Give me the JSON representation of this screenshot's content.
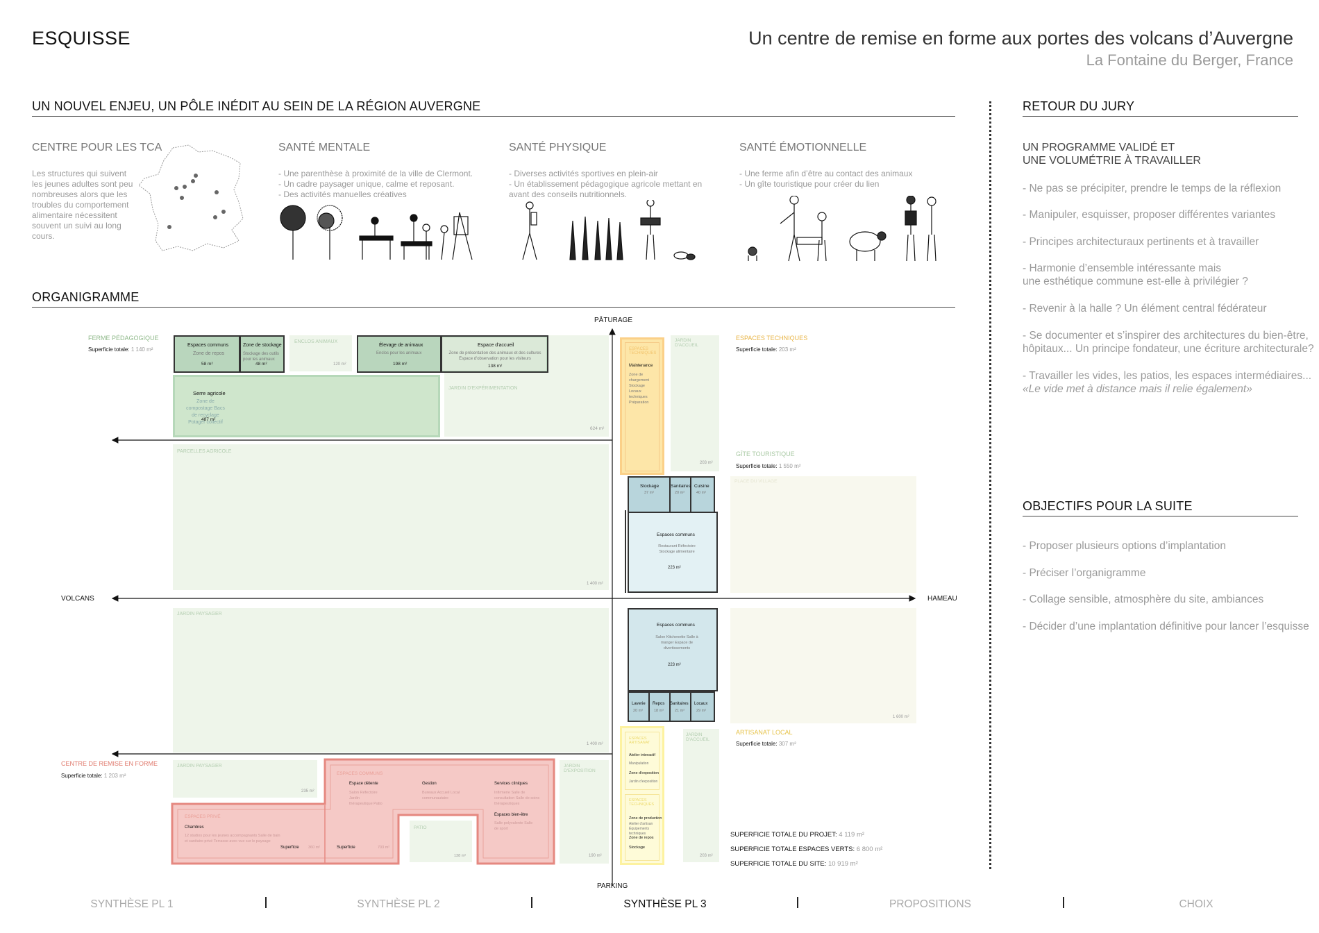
{
  "header": {
    "title": "ESQUISSE",
    "subtitle": "Un centre de remise en forme aux portes des volcans d’Auvergne",
    "location": "La Fontaine du Berger, France"
  },
  "enjeu": {
    "title": "UN NOUVEL ENJEU, UN PÔLE INÉDIT AU SEIN DE LA RÉGION AUVERGNE",
    "columns": [
      {
        "title": "CENTRE POUR LES TCA",
        "lines": [
          "Les structures qui suivent",
          "les jeunes adultes sont peu",
          "nombreuses alors que les",
          "troubles du comportement",
          "alimentaire nécessitent",
          "souvent un suivi au long",
          "cours."
        ]
      },
      {
        "title": "SANTÉ MENTALE",
        "lines": [
          "- Une parenthèse à proximité de la ville de Clermont.",
          "- Un cadre paysager unique, calme et reposant.",
          "- Des activités manuelles créatives"
        ]
      },
      {
        "title": "SANTÉ PHYSIQUE",
        "lines": [
          "- Diverses activités sportives en plein-air",
          "- Un établissement pédagogique agricole mettant en",
          "avant des conseils nutritionnels."
        ]
      },
      {
        "title": "SANTÉ ÉMOTIONNELLE",
        "lines": [
          "- Une ferme afin d’être au contact des animaux",
          "- Un gîte touristique pour créer du lien"
        ]
      }
    ]
  },
  "organigramme": {
    "title": "ORGANIGRAMME",
    "axes": {
      "top": "PÂTURAGE",
      "bottom": "PARKING",
      "left": "VOLCANS",
      "right": "HAMEAU"
    },
    "ferme": {
      "title": "FERME PÉDAGOGIQUE",
      "surface_label": "Superficie totale:",
      "surface_value": "1 140 m²"
    },
    "techniques": {
      "title": "ESPACES TECHNIQUES",
      "surface_label": "Superficie totale:",
      "surface_value": "203 m²"
    },
    "gite": {
      "title": "GÎTE TOURISTIQUE",
      "surface_label": "Superficie totale:",
      "surface_value": "1 550 m²"
    },
    "artisanat": {
      "title": "ARTISANAT LOCAL",
      "surface_label": "Superficie totale:",
      "surface_value": "307 m²"
    },
    "centre": {
      "title": "CENTRE DE REMISE EN FORME",
      "surface_label": "Superficie totale:",
      "surface_value": "1 203 m²"
    },
    "rooms": {
      "espaces_communs_ferme": "Espaces communs",
      "espaces_communs_ferme_sub": "Zone de repos",
      "espaces_communs_ferme_area": "58 m²",
      "stockage": "Zone de stockage",
      "stockage_sub": "Stockage des outils pour les animaux",
      "stockage_area": "48 m²",
      "enclos": "ENCLOS ANIMAUX",
      "enclos_area": "120 m²",
      "elevage": "Élevage de animaux",
      "elevage_sub": "Enclos pour les animaux",
      "elevage_area": "198 m²",
      "accueil": "Espace d'accueil",
      "accueil_sub": "Zone de présentation des animaux et des cultures Espace d'observation pour les visiteurs",
      "accueil_area": "138 m²",
      "serre": "Serre agricole",
      "serre_sub": "Zone de compostage Bacs de recyclage Potager collectif",
      "serre_area": "487 m²",
      "experimentation": "JARDIN D'EXPÉRIMENTATION",
      "experimentation_area": "624 m²",
      "parcelles": "PARCELLES AGRICOLE",
      "parcelles_area": "1 400 m²",
      "jardin_paysager_mid": "JARDIN PAYSAGER",
      "jardin_paysager_mid_area": "1 400 m²",
      "tech_zone": "ESPACES TECHNIQUES",
      "maintenance": "Maintenance",
      "maintenance_sub": "Zone de chargement Stockage Locaux techniques Préparation",
      "jardin_accueil_top": "JARDIN D'ACCUEIL",
      "jardin_accueil_top_area": "203 m²",
      "stockage_gite": "Stockage",
      "stockage_gite_area": "37 m²",
      "sanitaires_gite": "Sanitaires",
      "sanitaires_gite_area": "20 m²",
      "cuisine": "Cuisine",
      "cuisine_area": "40 m²",
      "espaces_communs_gite": "Espaces communs",
      "espaces_communs_gite_sub": "Restaurant Réfectoire Stockage alimentaire",
      "espaces_communs_gite_area": "223 m²",
      "place_village": "PLACE DU VILLAGE",
      "espaces_communs_gite2": "Espaces communs",
      "espaces_communs_gite2_sub": "Salon Kitchenette Salle à manger Espace de divertissements",
      "espaces_communs_gite2_area": "223 m²",
      "laverie": "Laverie",
      "laverie_area": "20 m²",
      "repos": "Repos",
      "repos_area": "18 m²",
      "sanitaires2": "Sanitaires",
      "sanitaires2_area": "21 m²",
      "locaux": "Locaux",
      "locaux_area": "29 m²",
      "jardin_right_area": "1 600 m²",
      "jardin_paysager_bot": "JARDIN PAYSAGER",
      "jardin_paysager_bot_area": "235 m²",
      "jardin_expo": "JARDIN D'EXPOSITION",
      "jardin_expo_area": "190 m²",
      "espaces_communs_centre": "ESPACES COMMUNS",
      "espace_detente": "Espace détente",
      "espace_detente_sub": "Salon Réfectoire Jardin thérapeutique Patio",
      "gestion": "Gestion",
      "gestion_sub": "Bureaux Accueil Local communautaire",
      "services_cliniques": "Services cliniques",
      "services_cliniques_sub": "Infirmerie Salle de consultation Salle de soins thérapeutiques",
      "espaces_bien_etre": "Espaces bien-être",
      "espaces_bien_etre_sub": "Salle polyvalente Salle de sport",
      "superficie_c": "Superficie",
      "superficie_c_area": "703 m²",
      "espaces_prive": "ESPACES PRIVÉ",
      "chambres": "Chambres",
      "chambres_sub": "12 studios pour les jeunes accompagnants Salle de bain et sanitaire privé Terrasse avec vue sur le paysage",
      "superficie_p": "Superficie",
      "superficie_p_area": "360 m²",
      "patio": "PATIO",
      "patio_area": "138 m²",
      "artisanat_zone": "ESPACES ARTISANAT",
      "atelier": "Atelier interactif",
      "atelier_sub": "Manipulation",
      "exposition": "Zone d'exposition",
      "exposition_sub": "Jardin d'exposition",
      "artisanat_zone2": "ESPACES TECHNIQUES",
      "production": "Zone de production",
      "production_sub": "Atelier d'artisan Équipements techniques",
      "repos_art": "Zone de repos",
      "stockage_art": "Stockage",
      "jardin_accueil_bot": "JARDIN D'ACCUEIL",
      "jardin_accueil_bot_area": "203 m²"
    },
    "totals": [
      {
        "label": "SUPERFICIE TOTALE DU PROJET:",
        "value": "4 119 m²"
      },
      {
        "label": "SUPERFICIE TOTALE ESPACES VERTS:",
        "value": "6 800 m²"
      },
      {
        "label": "SUPERFICIE TOTALE DU SITE:",
        "value": "10 919 m²"
      }
    ]
  },
  "jury": {
    "title": "RETOUR DU JURY",
    "headline": [
      "UN PROGRAMME VALIDÉ ET",
      "UNE VOLUMÉTRIE À TRAVAILLER"
    ],
    "items": [
      "- Ne pas se précipiter, prendre le temps de la réflexion",
      "- Manipuler, esquisser, proposer différentes variantes",
      "- Principes architecturaux pertinents et à travailler",
      "- Harmonie d’ensemble intéressante mais",
      "une esthétique commune est-elle à privilégier ?",
      "- Revenir à la halle ? Un élément central fédérateur",
      "- Se documenter et s’inspirer des architectures du bien-être,",
      "hôpitaux... Un principe fondateur, une écriture architecturale?",
      "- Travailler les vides, les patios, les espaces intermédiaires...",
      "«Le vide met à distance mais il relie également»"
    ]
  },
  "objectifs": {
    "title": "OBJECTIFS POUR LA SUITE",
    "items": [
      "- Proposer plusieurs options d’implantation",
      "- Préciser l’organigramme",
      "- Collage sensible, atmosphère du site, ambiances",
      "- Décider d’une implantation définitive pour lancer l’esquisse"
    ]
  },
  "nav": [
    "SYNTHÈSE PL 1",
    "SYNTHÈSE PL 2",
    "SYNTHÈSE PL 3",
    "PROPOSITIONS",
    "CHOIX"
  ],
  "colors": {
    "green_light": "#eef5ea",
    "green_mid": "#cfe6cc",
    "green_dark": "#b9d6bd",
    "yellow": "#fde6a8",
    "yellow_light": "#fefbd8",
    "blue": "#d3e7ec",
    "red": "#f5c9c6",
    "red_border": "#e58880",
    "ferme_label": "#8fb98a",
    "tech_label": "#e8b547",
    "gite_label": "#a8c9a3",
    "art_label": "#e6c34a",
    "centre_label": "#e07a6d"
  }
}
